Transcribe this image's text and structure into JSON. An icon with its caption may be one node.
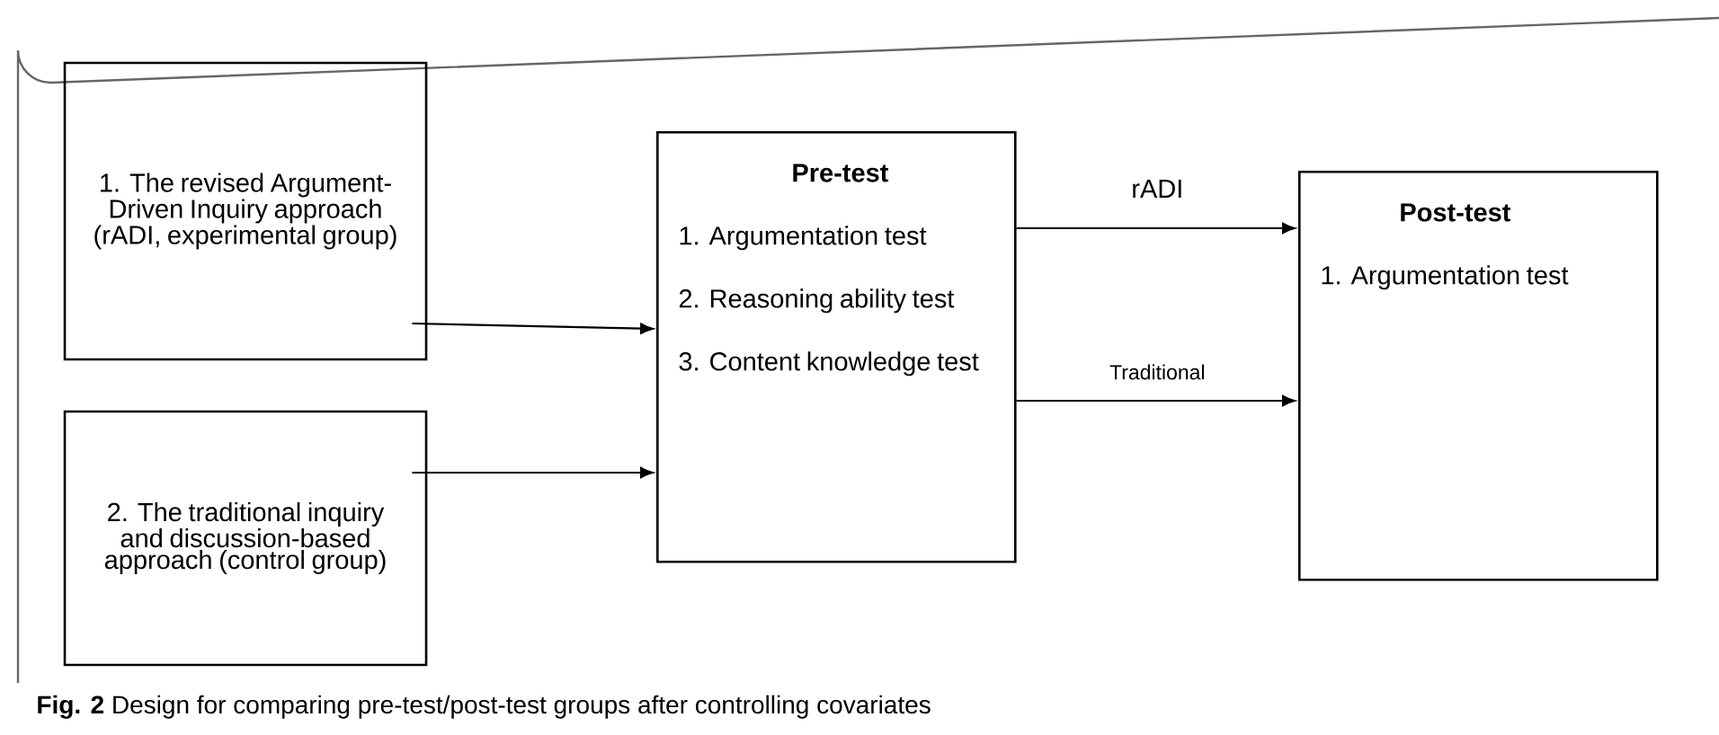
{
  "diagram": {
    "caption": "**Fig. 2** Design for comparing pre-test/post-test groups after controlling covariates",
    "nodes": [
      {
        "text": [
          "1. The revised Argument-Driven Inquiry approach (rADI, experimental group)"
        ]
      },
      {
        "text": [
          "2. The traditional inquiry and discussion-based approach (control group)"
        ]
      },
      {
        "text": [
          "Pre-test",
          "1. Argumentation test",
          "2. Reasoning ability test",
          "3. Content knowledge test"
        ]
      },
      {
        "text": [
          "Post-test",
          "1. Argumentation test"
        ]
      }
    ],
    "edges": [
      {
        "from": 0,
        "to": 2,
        "arrow": "to"
      },
      {
        "from": 1,
        "to": 2,
        "arrow": "to"
      },
      {
        "from": 2,
        "to": 3,
        "arrow": "to",
        "label": "rADI"
      },
      {
        "from": 2,
        "to": 3,
        "arrow": "to",
        "label": "Traditional"
      }
    ]
  }
}
